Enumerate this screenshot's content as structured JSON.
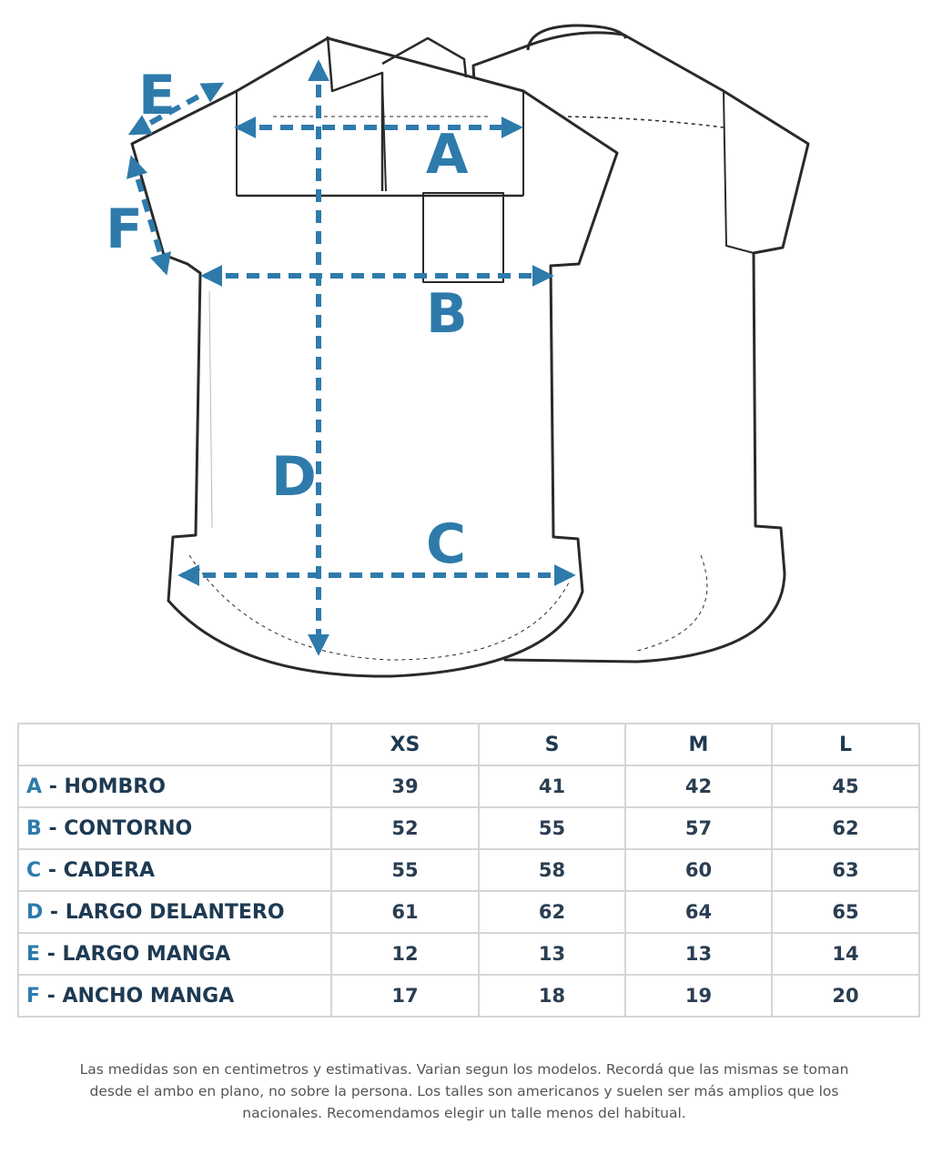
{
  "diagram": {
    "labels": {
      "a": "A",
      "b": "B",
      "c": "C",
      "d": "D",
      "e": "E",
      "f": "F"
    },
    "colors": {
      "arrow": "#2e7bab",
      "outline": "#2a2a2a"
    }
  },
  "table": {
    "headers": [
      "",
      "XS",
      "S",
      "M",
      "L"
    ],
    "rows": [
      {
        "letter": "A",
        "name": " - HOMBRO",
        "values": [
          "39",
          "41",
          "42",
          "45"
        ]
      },
      {
        "letter": "B",
        "name": " - CONTORNO",
        "values": [
          "52",
          "55",
          "57",
          "62"
        ]
      },
      {
        "letter": "C",
        "name": " - CADERA",
        "values": [
          "55",
          "58",
          "60",
          "63"
        ]
      },
      {
        "letter": "D",
        "name": " - LARGO DELANTERO",
        "values": [
          "61",
          "62",
          "64",
          "65"
        ]
      },
      {
        "letter": "E",
        "name": " - LARGO MANGA",
        "values": [
          "12",
          "13",
          "13",
          "14"
        ]
      },
      {
        "letter": "F",
        "name": " - ANCHO MANGA",
        "values": [
          "17",
          "18",
          "19",
          "20"
        ]
      }
    ]
  },
  "footnote": [
    "Las medidas son en centimetros y estimativas. Varian segun los modelos. Recordá que las mismas se toman",
    "desde el ambo en plano, no sobre la persona. Los talles son americanos y suelen ser más amplios que los",
    "nacionales. Recomendamos elegir un talle menos del habitual."
  ]
}
